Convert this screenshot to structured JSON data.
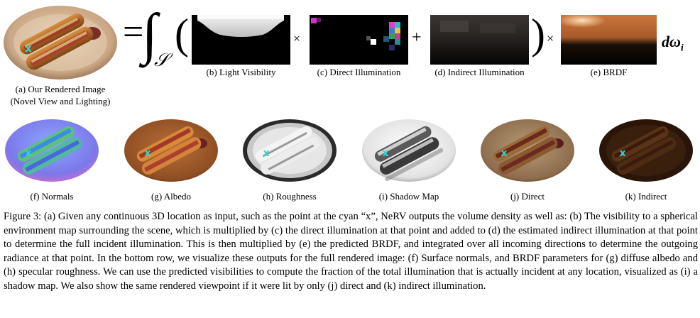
{
  "figure": {
    "top_row": {
      "rendered_label_line1": "(a) Our Rendered Image",
      "rendered_label_line2": "(Novel View and Lighting)",
      "equals": "=",
      "integral": "∫",
      "integral_sub": "𝒮",
      "open_paren": "(",
      "close_paren": ")",
      "times": "×",
      "plus": "+",
      "dw_main": "dω",
      "dw_sub": "i",
      "panels": [
        {
          "label": "(b) Light Visibility"
        },
        {
          "label": "(c) Direct Illumination"
        },
        {
          "label": "(d) Indirect Illumination"
        },
        {
          "label": "(e) BRDF"
        }
      ]
    },
    "bottom_row": {
      "panels": [
        {
          "label": "(f) Normals"
        },
        {
          "label": "(g) Albedo"
        },
        {
          "label": "(h) Roughness"
        },
        {
          "label": "(i) Shadow Map"
        },
        {
          "label": "(j) Direct"
        },
        {
          "label": "(k) Indirect"
        }
      ]
    },
    "marker": "x",
    "colors": {
      "marker": "#2fd6d0"
    }
  },
  "caption": {
    "text": "Figure 3: (a) Given any continuous 3D location as input, such as the point at the cyan “x”, NeRV outputs the volume density as well as: (b) The visibility to a spherical environment map surrounding the scene, which is multiplied by (c) the direct illumination at that point and added to (d) the estimated indirect illumination at that point to determine the full incident illumination. This is then multiplied by (e) the predicted BRDF, and integrated over all incoming directions to determine the outgoing radiance at that point. In the bottom row, we visualize these outputs for the full rendered image: (f) Surface normals, and BRDF parameters for (g) diffuse albedo and (h) specular roughness. We can use the predicted visibilities to compute the fraction of the total illumination that is actually incident at any location, visualized as (i) a shadow map. We also show the same rendered viewpoint if it were lit by only (j) direct and (k) indirect illumination."
  }
}
